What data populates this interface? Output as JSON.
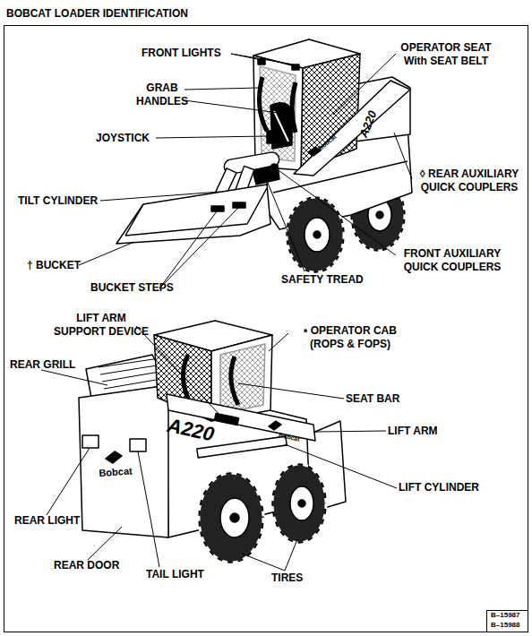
{
  "diagram": {
    "title": "BOBCAT LOADER IDENTIFICATION",
    "labels": [
      "FRONT LIGHTS",
      "OPERATOR SEAT With SEAT BELT",
      "GRAB HANDLES",
      "JOYSTICK",
      "◊ REAR AUXILIARY QUICK COUPLERS",
      "TILT CYLINDER",
      "† BUCKET",
      "FRONT AUXILIARY QUICK COUPLERS",
      "BUCKET STEPS",
      "SAFETY TREAD",
      "LIFT ARM SUPPORT DEVICE",
      "• OPERATOR CAB (ROPS & FOPS)",
      "REAR GRILL",
      "SEAT BAR",
      "LIFT ARM",
      "LIFT CYLINDER",
      "REAR LIGHT",
      "REAR DOOR",
      "TAIL LIGHT",
      "TIRES",
      "A220",
      "Bobcat",
      "A220",
      "Bobcat",
      "Bobcat",
      "B–15987",
      "B–15988"
    ]
  }
}
